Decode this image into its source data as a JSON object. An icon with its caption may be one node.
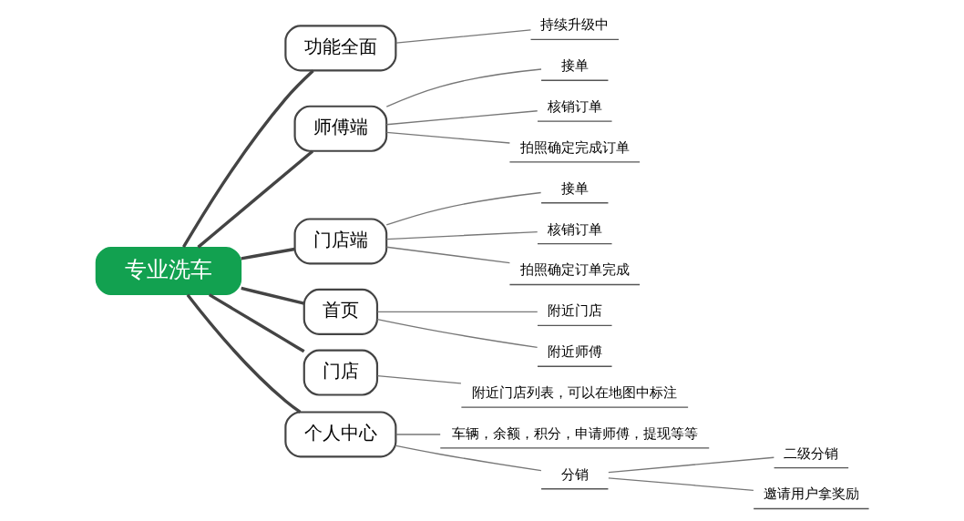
{
  "diagram": {
    "nodes": [
      {
        "text": [
          "专业洗车"
        ]
      },
      {
        "text": [
          "功能全面"
        ]
      },
      {
        "text": [
          "持续升级中"
        ]
      },
      {
        "text": [
          "师傅端"
        ]
      },
      {
        "text": [
          "接单"
        ]
      },
      {
        "text": [
          "核销订单"
        ]
      },
      {
        "text": [
          "拍照确定完成订单"
        ]
      },
      {
        "text": [
          "门店端"
        ]
      },
      {
        "text": [
          "接单"
        ]
      },
      {
        "text": [
          "核销订单"
        ]
      },
      {
        "text": [
          "拍照确定订单完成"
        ]
      },
      {
        "text": [
          "首页"
        ]
      },
      {
        "text": [
          "附近门店"
        ]
      },
      {
        "text": [
          "附近师傅"
        ]
      },
      {
        "text": [
          "门店"
        ]
      },
      {
        "text": [
          "附近门店列表，可以在地图中标注"
        ]
      },
      {
        "text": [
          "个人中心"
        ]
      },
      {
        "text": [
          "车辆，余额，积分，申请师傅，提现等等"
        ]
      },
      {
        "text": [
          "分销"
        ]
      },
      {
        "text": [
          "二级分销"
        ]
      },
      {
        "text": [
          "邀请用户拿奖励"
        ]
      }
    ],
    "edges": [
      {
        "from": 0,
        "to": 1,
        "arrow": "none",
        "style": "thick"
      },
      {
        "from": 1,
        "to": 2,
        "arrow": "none"
      },
      {
        "from": 0,
        "to": 3,
        "arrow": "none",
        "style": "thick"
      },
      {
        "from": 3,
        "to": 4,
        "arrow": "none"
      },
      {
        "from": 3,
        "to": 5,
        "arrow": "none"
      },
      {
        "from": 3,
        "to": 6,
        "arrow": "none"
      },
      {
        "from": 0,
        "to": 7,
        "arrow": "none",
        "style": "thick"
      },
      {
        "from": 7,
        "to": 8,
        "arrow": "none"
      },
      {
        "from": 7,
        "to": 9,
        "arrow": "none"
      },
      {
        "from": 7,
        "to": 10,
        "arrow": "none"
      },
      {
        "from": 0,
        "to": 11,
        "arrow": "none",
        "style": "thick"
      },
      {
        "from": 11,
        "to": 12,
        "arrow": "none"
      },
      {
        "from": 11,
        "to": 13,
        "arrow": "none"
      },
      {
        "from": 0,
        "to": 14,
        "arrow": "none",
        "style": "thick"
      },
      {
        "from": 14,
        "to": 15,
        "arrow": "none"
      },
      {
        "from": 0,
        "to": 16,
        "arrow": "none",
        "style": "thick"
      },
      {
        "from": 16,
        "to": 17,
        "arrow": "none"
      },
      {
        "from": 16,
        "to": 18,
        "arrow": "none"
      },
      {
        "from": 18,
        "to": 19,
        "arrow": "none"
      },
      {
        "from": 18,
        "to": 20,
        "arrow": "none"
      }
    ]
  }
}
